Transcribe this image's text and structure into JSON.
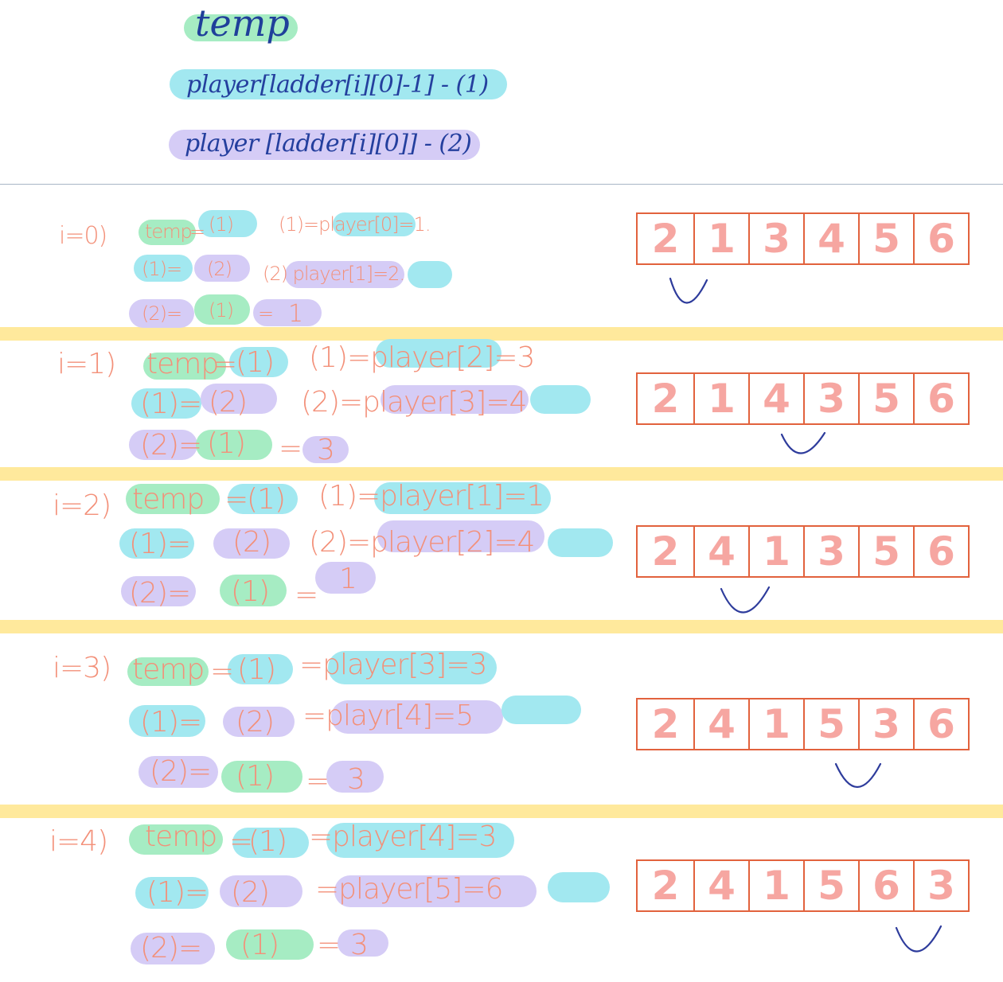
{
  "header": {
    "title": "temp",
    "line1": "player[ladder[i][0]-1] - (1)",
    "line2": "player [ladder[i][0]] - (2)"
  },
  "steps": [
    {
      "label": "i=0)",
      "temp": "temp",
      "eq": "=",
      "ref1": "(1)",
      "def1": "(1)=player[0]=1.",
      "row2a": "(1)=",
      "row2b": "(2)",
      "def2": "(2) player[1]=2.",
      "row3a": "(2)=",
      "row3b": "(1)",
      "row3c": "=",
      "row3d": "1",
      "array": [
        "2",
        "1",
        "3",
        "4",
        "5",
        "6"
      ]
    },
    {
      "label": "i=1)",
      "temp": "temp",
      "eq": "=",
      "ref1": "(1)",
      "def1": "(1)=player[2]=3",
      "row2a": "(1)=",
      "row2b": "(2)",
      "def2": "(2)=player[3]=4",
      "row3a": "(2)=",
      "row3b": "(1)",
      "row3c": "=",
      "row3d": "3",
      "array": [
        "2",
        "1",
        "4",
        "3",
        "5",
        "6"
      ]
    },
    {
      "label": "i=2)",
      "temp": "temp",
      "eq": "=",
      "ref1": "(1)",
      "def1": "(1)=player[1]=1",
      "row2a": "(1)=",
      "row2b": "(2)",
      "def2": "(2)=player[2]=4",
      "row3a": "(2)=",
      "row3b": "(1)",
      "row3c": "=",
      "row3d": "1",
      "array": [
        "2",
        "4",
        "1",
        "3",
        "5",
        "6"
      ]
    },
    {
      "label": "i=3)",
      "temp": "temp",
      "eq": "=",
      "ref1": "(1)",
      "def1": "=player[3]=3",
      "row2a": "(1)=",
      "row2b": "(2)",
      "def2": "=playr[4]=5",
      "row3a": "(2)=",
      "row3b": "(1)",
      "row3c": "=",
      "row3d": "3",
      "array": [
        "2",
        "4",
        "1",
        "5",
        "3",
        "6"
      ]
    },
    {
      "label": "i=4)",
      "temp": "temp",
      "eq": "=",
      "ref1": "(1)",
      "def1": "=player[4]=3",
      "row2a": "(1)=",
      "row2b": "(2)",
      "def2": "=player[5]=6",
      "row3a": "(2)=",
      "row3b": "(1)",
      "row3c": "=",
      "row3d": "3",
      "array": [
        "2",
        "4",
        "1",
        "5",
        "6",
        "3"
      ]
    }
  ],
  "colors": {
    "ink_blue": "#1f3f9a",
    "ink_salmon": "#f39079",
    "hl_green": "#a6ecc3",
    "hl_cyan": "#a2e8f0",
    "hl_purple": "#d5ccf6",
    "band_yellow": "#ffe99c",
    "array_border": "#e2623d",
    "array_digit": "#f6a6a1",
    "check_mark": "#2e3c9c"
  }
}
